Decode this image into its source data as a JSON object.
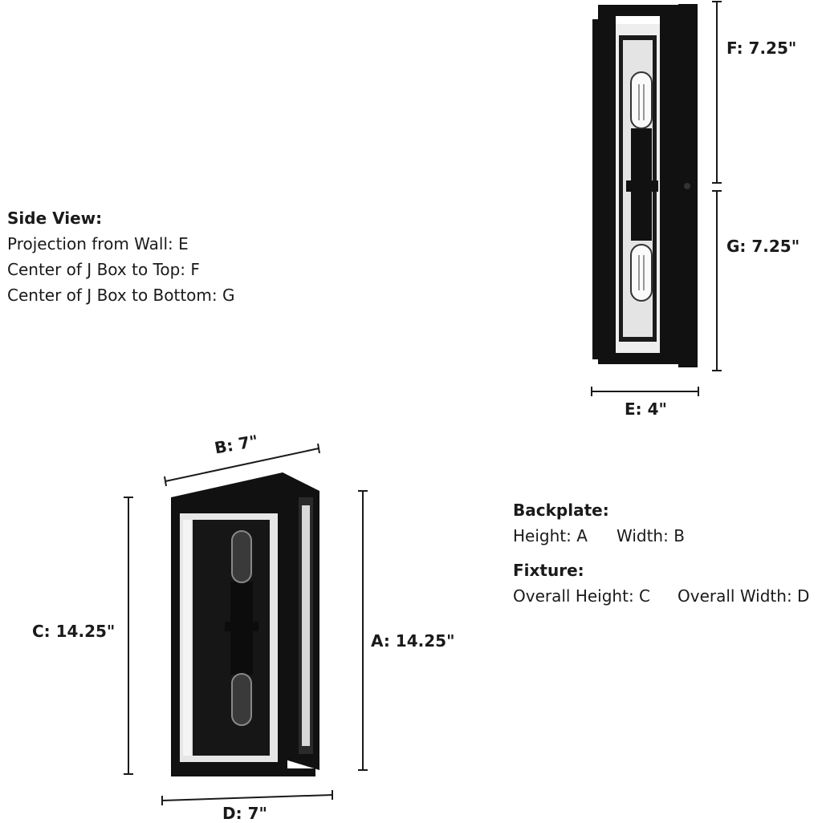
{
  "side_view": {
    "heading": "Side View:",
    "lines": [
      "Projection from Wall: E",
      "Center of J Box to Top: F",
      "Center of J Box to Bottom: G"
    ]
  },
  "backplate": {
    "heading": "Backplate:",
    "height": "Height: A",
    "width": "Width: B"
  },
  "fixture": {
    "heading": "Fixture:",
    "overall_height": "Overall Height: C",
    "overall_width": "Overall Width: D"
  },
  "dimensions": {
    "A": "A: 14.25\"",
    "B": "B: 7\"",
    "C": "C: 14.25\"",
    "D": "D: 7\"",
    "E": "E: 4\"",
    "F": "F: 7.25\"",
    "G": "G: 7.25\""
  },
  "colors": {
    "frame": "#111111",
    "glass": "#f2f2f2",
    "line": "#1a1a1a"
  }
}
